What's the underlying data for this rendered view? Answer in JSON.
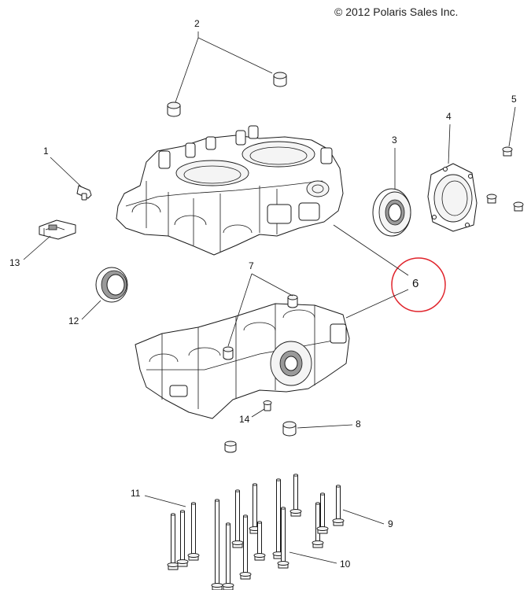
{
  "copyright": "© 2012 Polaris Sales Inc.",
  "callouts": [
    "1",
    "2",
    "3",
    "4",
    "5",
    "6",
    "7",
    "8",
    "9",
    "10",
    "11",
    "12",
    "13",
    "14"
  ],
  "highlight": {
    "callout": "6",
    "color": "#e0232b"
  },
  "colors": {
    "line": "#1a1a1a",
    "highlight": "#e0232b",
    "background": "#ffffff"
  }
}
